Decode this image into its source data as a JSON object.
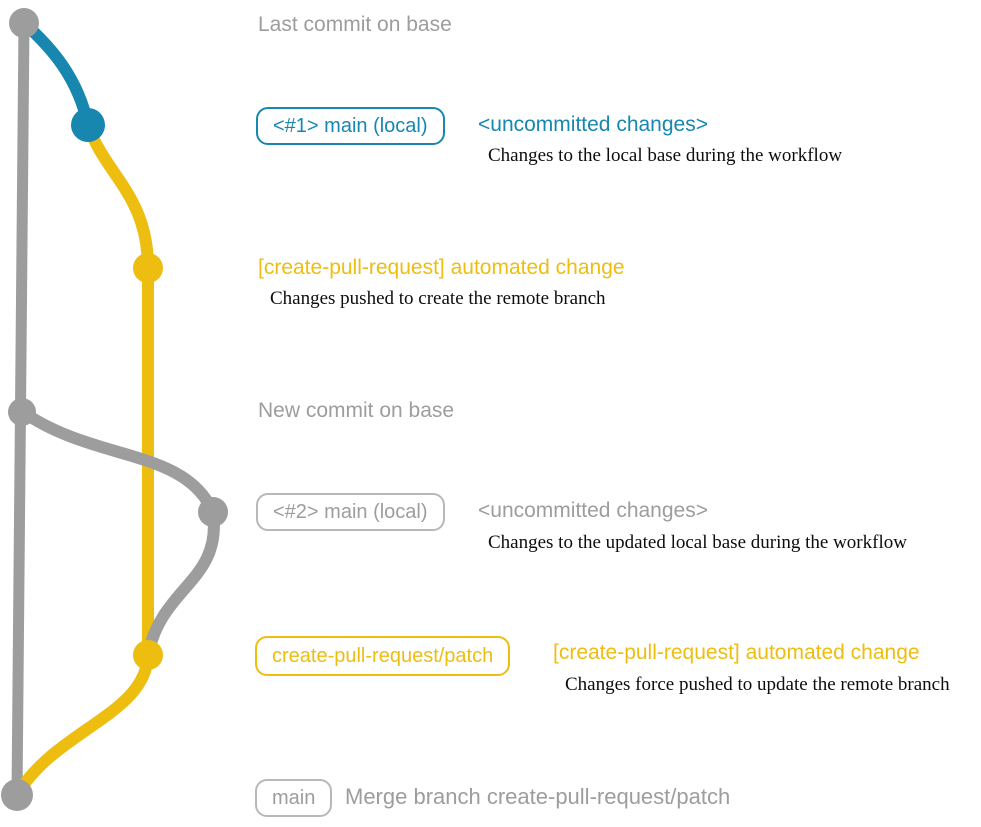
{
  "diagram": {
    "kind": "git-branch-workflow",
    "colors": {
      "teal": "#1787b0",
      "yellow": "#edbd10",
      "gray": "#9d9d9d",
      "gray_border": "#b8b8b8",
      "caption_ink": "#0d0d0d",
      "background": "#ffffff"
    },
    "commits": [
      {
        "id": "last-commit-on-base",
        "color": "gray"
      },
      {
        "id": "main-local-1",
        "color": "teal"
      },
      {
        "id": "automated-change-1",
        "color": "yellow"
      },
      {
        "id": "new-commit-on-base",
        "color": "gray"
      },
      {
        "id": "main-local-2",
        "color": "gray"
      },
      {
        "id": "automated-change-2",
        "color": "yellow"
      },
      {
        "id": "merge-commit",
        "color": "gray"
      }
    ],
    "branches": [
      {
        "id": "base-main-line",
        "color": "gray"
      },
      {
        "id": "local-main-branch-1",
        "color": "teal"
      },
      {
        "id": "create-pull-request-patch-branch",
        "color": "yellow"
      },
      {
        "id": "local-main-branch-2",
        "color": "gray"
      }
    ]
  },
  "rows": {
    "r1": {
      "label": "Last commit on base"
    },
    "r2": {
      "badge": "<#1> main (local)",
      "title": "<uncommitted changes>",
      "caption": "Changes to the local base during the workflow"
    },
    "r3": {
      "title": "[create-pull-request] automated change",
      "caption": "Changes pushed to create the remote branch"
    },
    "r4": {
      "label": "New commit on base"
    },
    "r5": {
      "badge": "<#2> main (local)",
      "title": "<uncommitted changes>",
      "caption": "Changes to the updated local base during the workflow"
    },
    "r6": {
      "badge": "create-pull-request/patch",
      "title": "[create-pull-request] automated change",
      "caption": "Changes force pushed to update the remote branch"
    },
    "r7": {
      "badge": "main",
      "title": "Merge branch create-pull-request/patch"
    }
  }
}
